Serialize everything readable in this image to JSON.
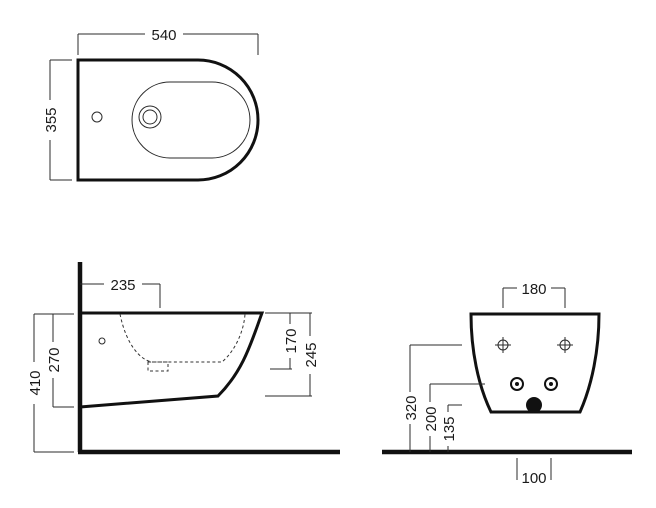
{
  "top_view": {
    "width_dim": "540",
    "depth_dim": "355"
  },
  "side_view": {
    "offset_dim": "235",
    "total_height_dim": "410",
    "upper_height_dim": "270",
    "rim_dim_a": "170",
    "rim_dim_b": "245"
  },
  "front_view": {
    "bolt_spacing_dim": "180",
    "height_dim_a": "320",
    "height_dim_b": "200",
    "height_dim_c": "135",
    "offset_dim": "100"
  }
}
